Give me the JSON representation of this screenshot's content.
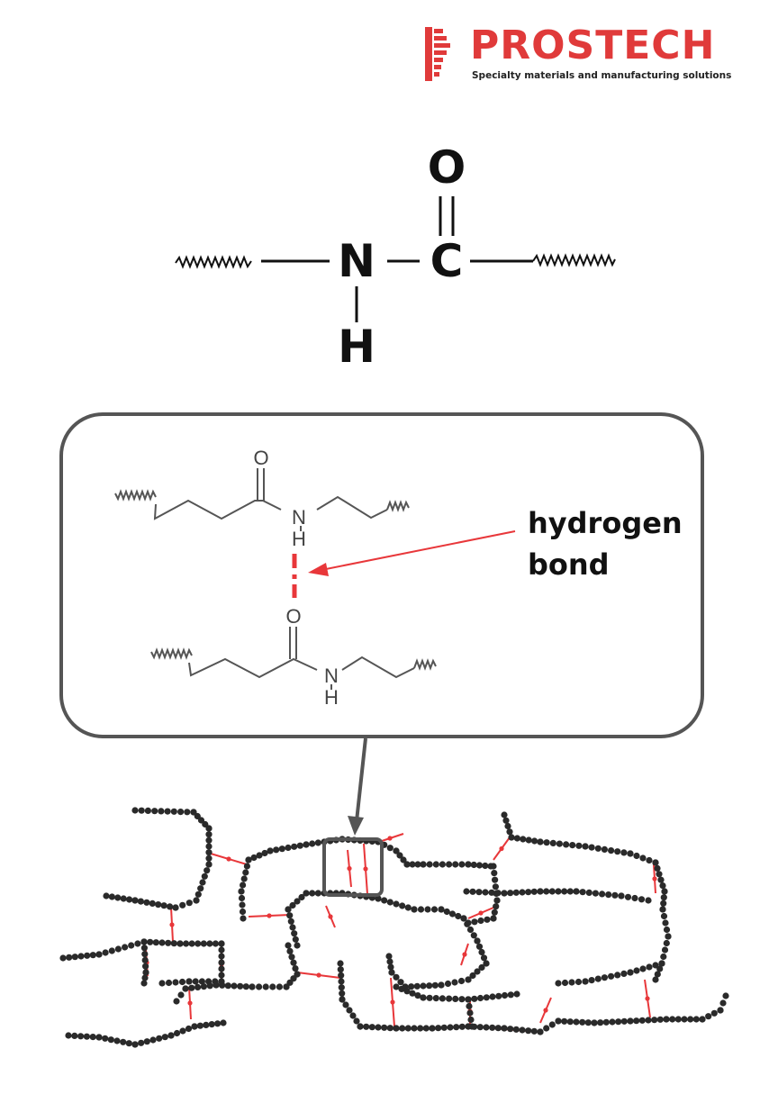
{
  "logo": {
    "name": "PROSTECH",
    "tagline": "Specialty materials and manufacturing solutions",
    "color": "#e03a3a"
  },
  "amide_group": {
    "atoms": {
      "oxygen": "O",
      "carbon": "C",
      "nitrogen": "N",
      "hydrogen": "H"
    }
  },
  "inset": {
    "top_chain": {
      "oxygen": "O",
      "nitrogen": "N",
      "hydrogen": "H"
    },
    "bottom_chain": {
      "oxygen": "O",
      "nitrogen": "N",
      "hydrogen": "H"
    },
    "callout": {
      "line1": "hydrogen",
      "line2": "bond"
    }
  },
  "colors": {
    "bond_red": "#e8373a",
    "chain_bead": "#2a2a2a",
    "frame": "#555555"
  }
}
